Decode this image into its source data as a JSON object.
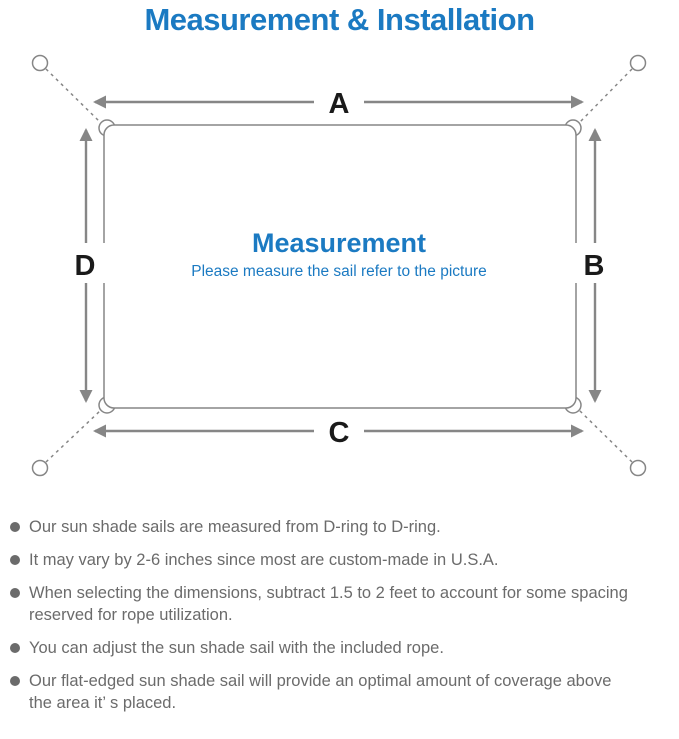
{
  "title": "Measurement & Installation",
  "colors": {
    "accent-blue": "#1b7ac2",
    "line-gray": "#868686",
    "text-gray": "#6b6b6b",
    "label-black": "#1a1a1a"
  },
  "diagram": {
    "center_title": "Measurement",
    "center_subtitle": "Please measure the sail refer to the picture",
    "labels": {
      "top": "A",
      "right": "B",
      "bottom": "C",
      "left": "D"
    }
  },
  "bullets": [
    {
      "text": "Our sun shade sails are measured from D-ring to D-ring."
    },
    {
      "text": "It may vary by 2-6 inches since most are custom-made in U.S.A."
    },
    {
      "text": "When selecting the dimensions, subtract 1.5 to 2 feet to account for some spacing\nreserved for rope utilization."
    },
    {
      "text": "You can adjust the sun shade sail with the included rope."
    },
    {
      "text": "Our flat-edged sun shade sail will provide an optimal amount of coverage above\nthe area it’ s placed."
    }
  ]
}
